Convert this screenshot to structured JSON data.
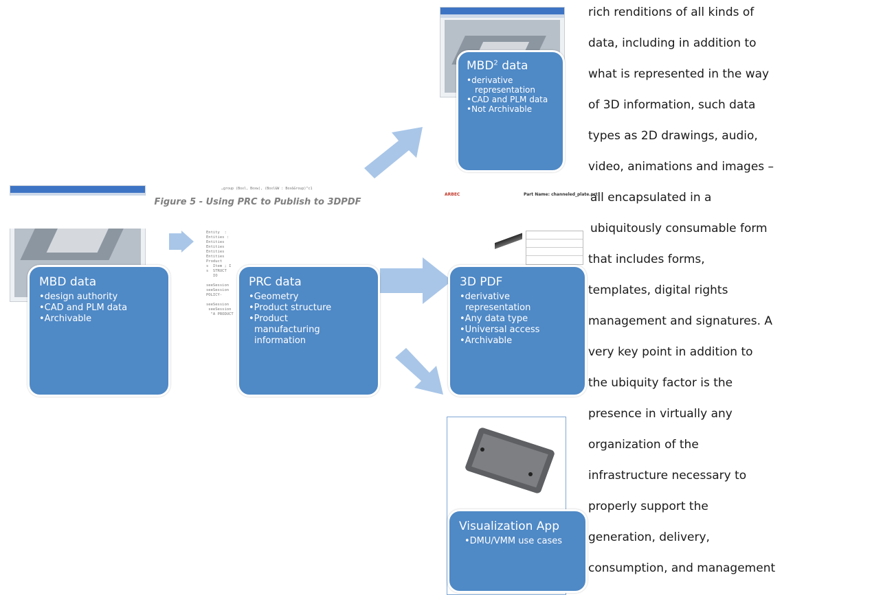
{
  "caption": "Figure 5 - Using PRC to Publish to 3DPDF",
  "boxes": {
    "mbd": {
      "title": "MBD data",
      "items": [
        "design authority",
        "CAD and PLM data",
        "Archivable"
      ]
    },
    "prc": {
      "title": "PRC data",
      "items": [
        "Geometry",
        "Product structure",
        "Product manufacturing information"
      ]
    },
    "pdf": {
      "title": "3D PDF",
      "items": [
        "derivative representation",
        "Any data type",
        "Universal access",
        "Archivable"
      ]
    },
    "mbd2": {
      "title_main": "MBD",
      "title_sup": "2",
      "title_rest": " data",
      "items": [
        "derivative representation",
        "CAD and PLM data",
        "Not Archivable"
      ]
    },
    "vis": {
      "title": "Visualization App",
      "items": [
        "DMU/VMM use cases"
      ]
    }
  },
  "snippets": {
    "code_top": "…group (Boxl, Boxw), (Boxl&W : Box&Group)^c1",
    "arbec": "ARBEC",
    "part_name": "Part Name: channeled_plate.prt"
  },
  "body_lines": [
    "rich renditions of all kinds of",
    "data, including in addition to",
    "what is represented in the way",
    "of 3D information, such data",
    "types as 2D drawings, audio,",
    "video, animations and images –",
    "all encapsulated in a",
    "ubiquitously consumable form",
    "that includes forms,",
    "templates, digital rights",
    "management and signatures. A",
    "very key point in addition to",
    "the ubiquity factor is the",
    "presence in virtually any",
    "organization of the",
    "infrastructure necessary to",
    "properly support the",
    "generation, delivery,",
    "consumption, and management"
  ],
  "colors": {
    "box": "#4f89c6",
    "arrow": "#a9c6e8",
    "caption": "#7f7f7f"
  }
}
